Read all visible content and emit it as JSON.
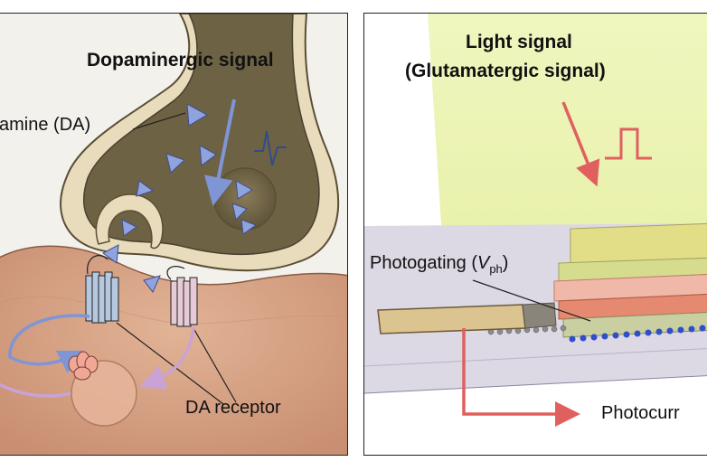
{
  "left_panel": {
    "title": "Dopaminergic signal",
    "dopamine_label": "amine (DA)",
    "receptor_label": "DA receptor",
    "colors": {
      "presynaptic": "#e8dcbc",
      "vesicle_interior": "#6e6245",
      "postsynaptic": "#d9a88a",
      "arrow_blue": "#7f95d6",
      "arrow_pink": "#c9a3d6"
    }
  },
  "right_panel": {
    "title_line1": "Light signal",
    "title_line2": "(Glutamatergic signal)",
    "photogating_prefix": "Photogating (",
    "photogating_symbol": "V",
    "photogating_sub": "ph",
    "photogating_suffix": ")",
    "photocurrent_label": "Photocurr",
    "colors": {
      "light": "#e8f2a8",
      "arrow": "#e06060",
      "substrate": "#d9d5e2",
      "electrode": "#d9c08e"
    }
  }
}
